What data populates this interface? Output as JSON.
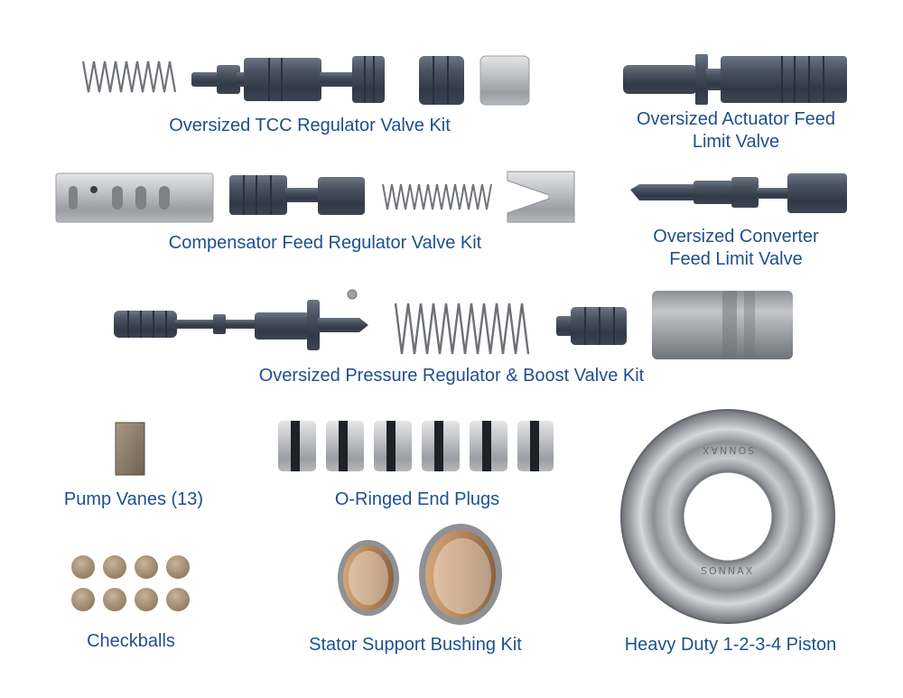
{
  "labels": {
    "tcc": "Oversized TCC Regulator Valve Kit",
    "actuator_line1": "Oversized Actuator Feed",
    "actuator_line2": "Limit Valve",
    "compensator": "Compensator Feed Regulator Valve Kit",
    "converter_line1": "Oversized Converter",
    "converter_line2": "Feed Limit Valve",
    "pressure": "Oversized Pressure Regulator & Boost Valve Kit",
    "pump_vanes": "Pump Vanes (13)",
    "end_plugs": "O-Ringed End Plugs",
    "piston": "Heavy Duty 1-2-3-4 Piston",
    "checkballs": "Checkballs",
    "stator": "Stator Support Bushing Kit"
  },
  "piston_engraving": "SONNAX",
  "colors": {
    "label_blue": "#1f4f8f",
    "valve_dark": "#3f4754",
    "sleeve_silver": "#b8babd",
    "checkball_tan": "#a48e72",
    "vane_tan": "#8a7a66",
    "bushing_bronze": "#b8875a"
  }
}
